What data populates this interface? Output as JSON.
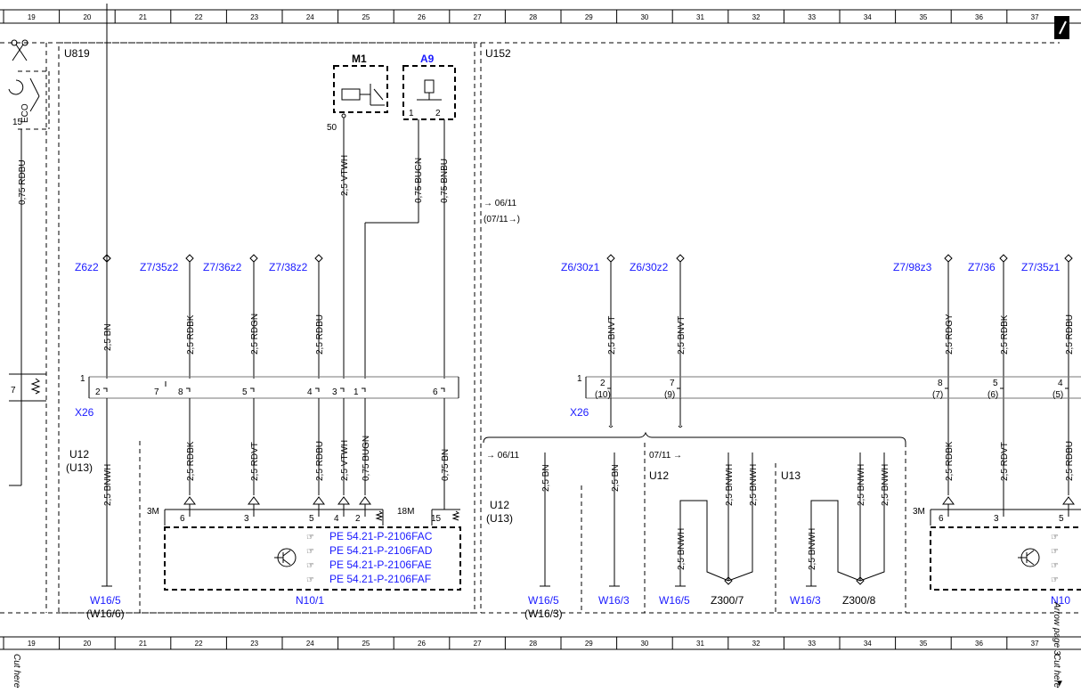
{
  "ruler": {
    "columns": [
      "19",
      "20",
      "21",
      "22",
      "23",
      "24",
      "25",
      "26",
      "27",
      "28",
      "29",
      "30",
      "31",
      "32",
      "33",
      "34",
      "35",
      "36",
      "37"
    ]
  },
  "units": {
    "u819": "U819",
    "u152": "U152",
    "u12_u13_left": [
      "U12",
      "(U13)"
    ],
    "u12_u13_mid": [
      "U12",
      "(U13)"
    ],
    "u12_right": "U12",
    "u13_right": "U13"
  },
  "components": {
    "m1": "M1",
    "a9": "A9",
    "m1_pin": "50",
    "a9_pin1": "1",
    "a9_pin2": "2"
  },
  "date_notes": {
    "top_from": "→ 06/11",
    "top_until": "(07/11→)",
    "mid_until": "→ 06/11",
    "mid_from": "07/11 →"
  },
  "ground_points_left": [
    "Z6z2",
    "Z7/35z2",
    "Z7/36z2",
    "Z7/38z2"
  ],
  "ground_points_right": [
    "Z6/30z1",
    "Z6/30z2",
    "Z7/98z3",
    "Z7/36",
    "Z7/35z1"
  ],
  "wires_upper_left": [
    "2,5 BN",
    "2,5 RDBK",
    "2,5 RDGN",
    "2,5 RDBU"
  ],
  "wires_components": [
    "2,5 VTWH",
    "0,75 BUGN",
    "0,75 BNBU"
  ],
  "left_edge_wire": "0,75 RDBU",
  "wires_upper_right": [
    "2,5 BNVT",
    "2,5 BNVT",
    "2,5 RDGY",
    "2,5 RDBK",
    "2,5 RDBU"
  ],
  "connector_x26": {
    "label": "X26",
    "label_right": "X26",
    "pin1": "1",
    "pins_left": [
      "2",
      "7",
      "8",
      "5",
      "4",
      "3",
      "1",
      "6"
    ],
    "pin1_right": "1",
    "pins_right": [
      "2",
      "7",
      "8",
      "5",
      "4"
    ],
    "pins_right_paren": [
      "(10)",
      "(9)",
      "(7)",
      "(6)",
      "(5)"
    ]
  },
  "left_edge": {
    "pin_15": "15",
    "pin_7": "7",
    "eco": "ECO"
  },
  "wires_lower_left": [
    "2,5 BNWH",
    "2,5 RDBK",
    "2,5 RDVT",
    "2,5 RDBU",
    "2,5 VTWH",
    "0,75 BUGN",
    "0,75 BN"
  ],
  "n10_1": {
    "label": "N10/1",
    "conn_3m": "3M",
    "conn_18m": "18M",
    "pins_3m": [
      "6",
      "3",
      "5",
      "4",
      "2"
    ],
    "pin_18m": "15",
    "refs": [
      "PE 54.21-P-2106FAC",
      "PE 54.21-P-2106FAD",
      "PE 54.21-P-2106FAE",
      "PE 54.21-P-2106FAF"
    ]
  },
  "n10_right": {
    "label": "N10",
    "conn_3m": "3M",
    "pins": [
      "6",
      "3",
      "5"
    ]
  },
  "wires_mid": [
    "2,5 BN",
    "2,5 BN"
  ],
  "wires_u12": [
    "2,5 BNWH",
    "2,5 BNWH",
    "2,5 BNWH"
  ],
  "wires_u13": [
    "2,5 BNWH",
    "2,5 BNWH",
    "2,5 BNWH"
  ],
  "wires_lower_right": [
    "2,5 RDBK",
    "2,5 RDVT",
    "2,5 RDBU"
  ],
  "grounds_bottom": {
    "w16_5_left": "W16/5",
    "w16_6": "(W16/6)",
    "w16_5_mid": "W16/5",
    "w16_3_paren": "(W16/3)",
    "w16_3_mid": "W16/3",
    "w16_5_u12": "W16/5",
    "z300_7": "Z300/7",
    "w16_3_u13": "W16/3",
    "z300_8": "Z300/8"
  },
  "page_edge": {
    "cut_here_left": "Cut here",
    "cut_here_right": "Cut here",
    "arrow_page": "Arrow page 3",
    "arrow": "▼"
  },
  "colors": {
    "link_blue": "#1a1aff",
    "line": "#000000"
  }
}
